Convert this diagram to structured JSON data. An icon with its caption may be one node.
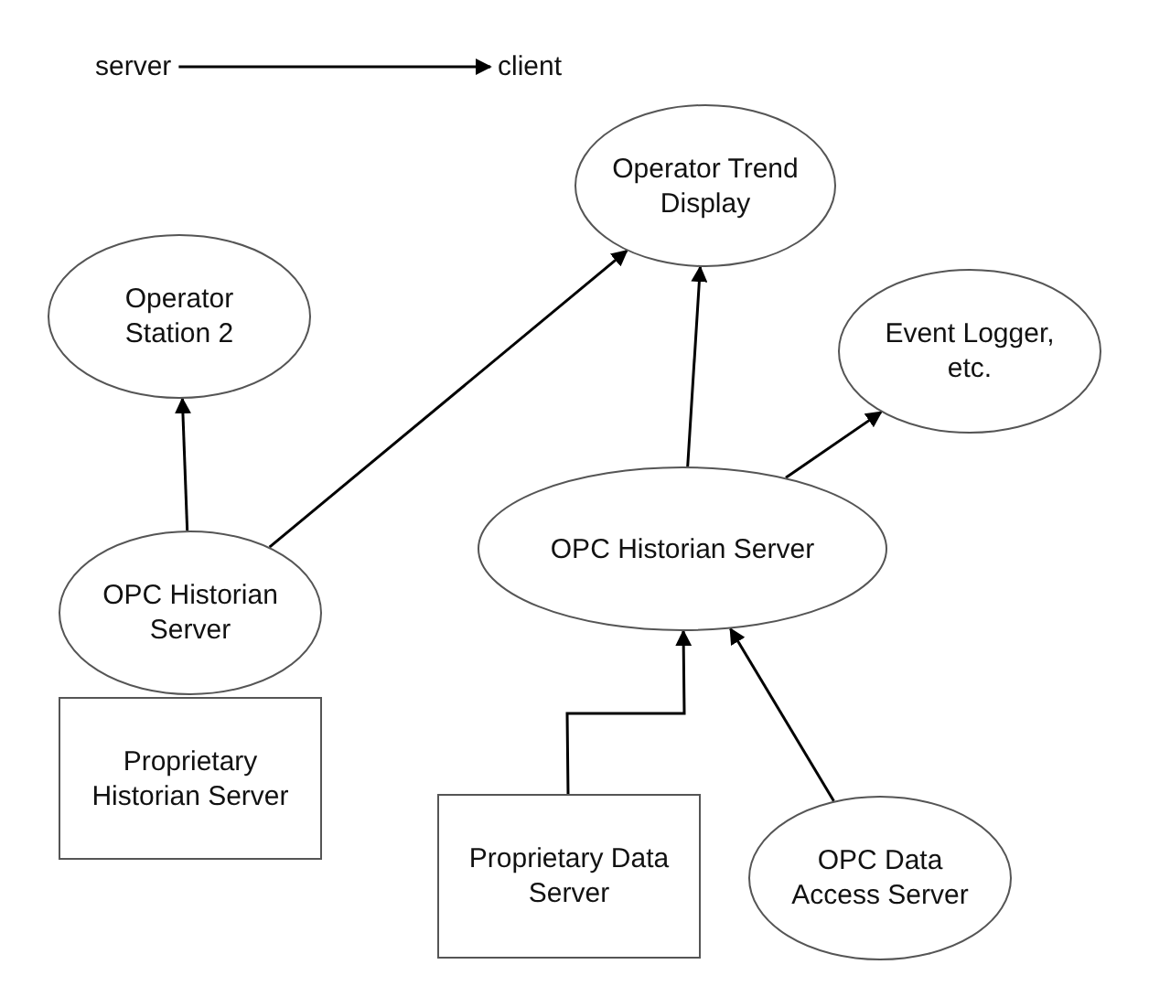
{
  "diagram": {
    "nodes": [
      {
        "text": [
          "server"
        ]
      },
      {
        "text": [
          "client"
        ]
      },
      {
        "text": [
          "Operator Trend Display"
        ]
      },
      {
        "text": [
          "Operator Station 2"
        ]
      },
      {
        "text": [
          "Event Logger, etc."
        ]
      },
      {
        "text": [
          "OPC Historian Server"
        ]
      },
      {
        "text": [
          "Proprietary Historian Server"
        ]
      },
      {
        "text": [
          "OPC Historian Server"
        ]
      },
      {
        "text": [
          "Proprietary Data Server"
        ]
      },
      {
        "text": [
          "OPC Data Access Server"
        ]
      }
    ],
    "edges": [
      {
        "from": 0,
        "to": 1,
        "arrow": "to"
      },
      {
        "from": 5,
        "to": 3,
        "arrow": "to"
      },
      {
        "from": 5,
        "to": 2,
        "arrow": "to"
      },
      {
        "from": 7,
        "to": 2,
        "arrow": "to"
      },
      {
        "from": 7,
        "to": 4,
        "arrow": "to"
      },
      {
        "from": 8,
        "to": 7,
        "arrow": "to"
      },
      {
        "from": 9,
        "to": 7,
        "arrow": "to"
      }
    ]
  }
}
